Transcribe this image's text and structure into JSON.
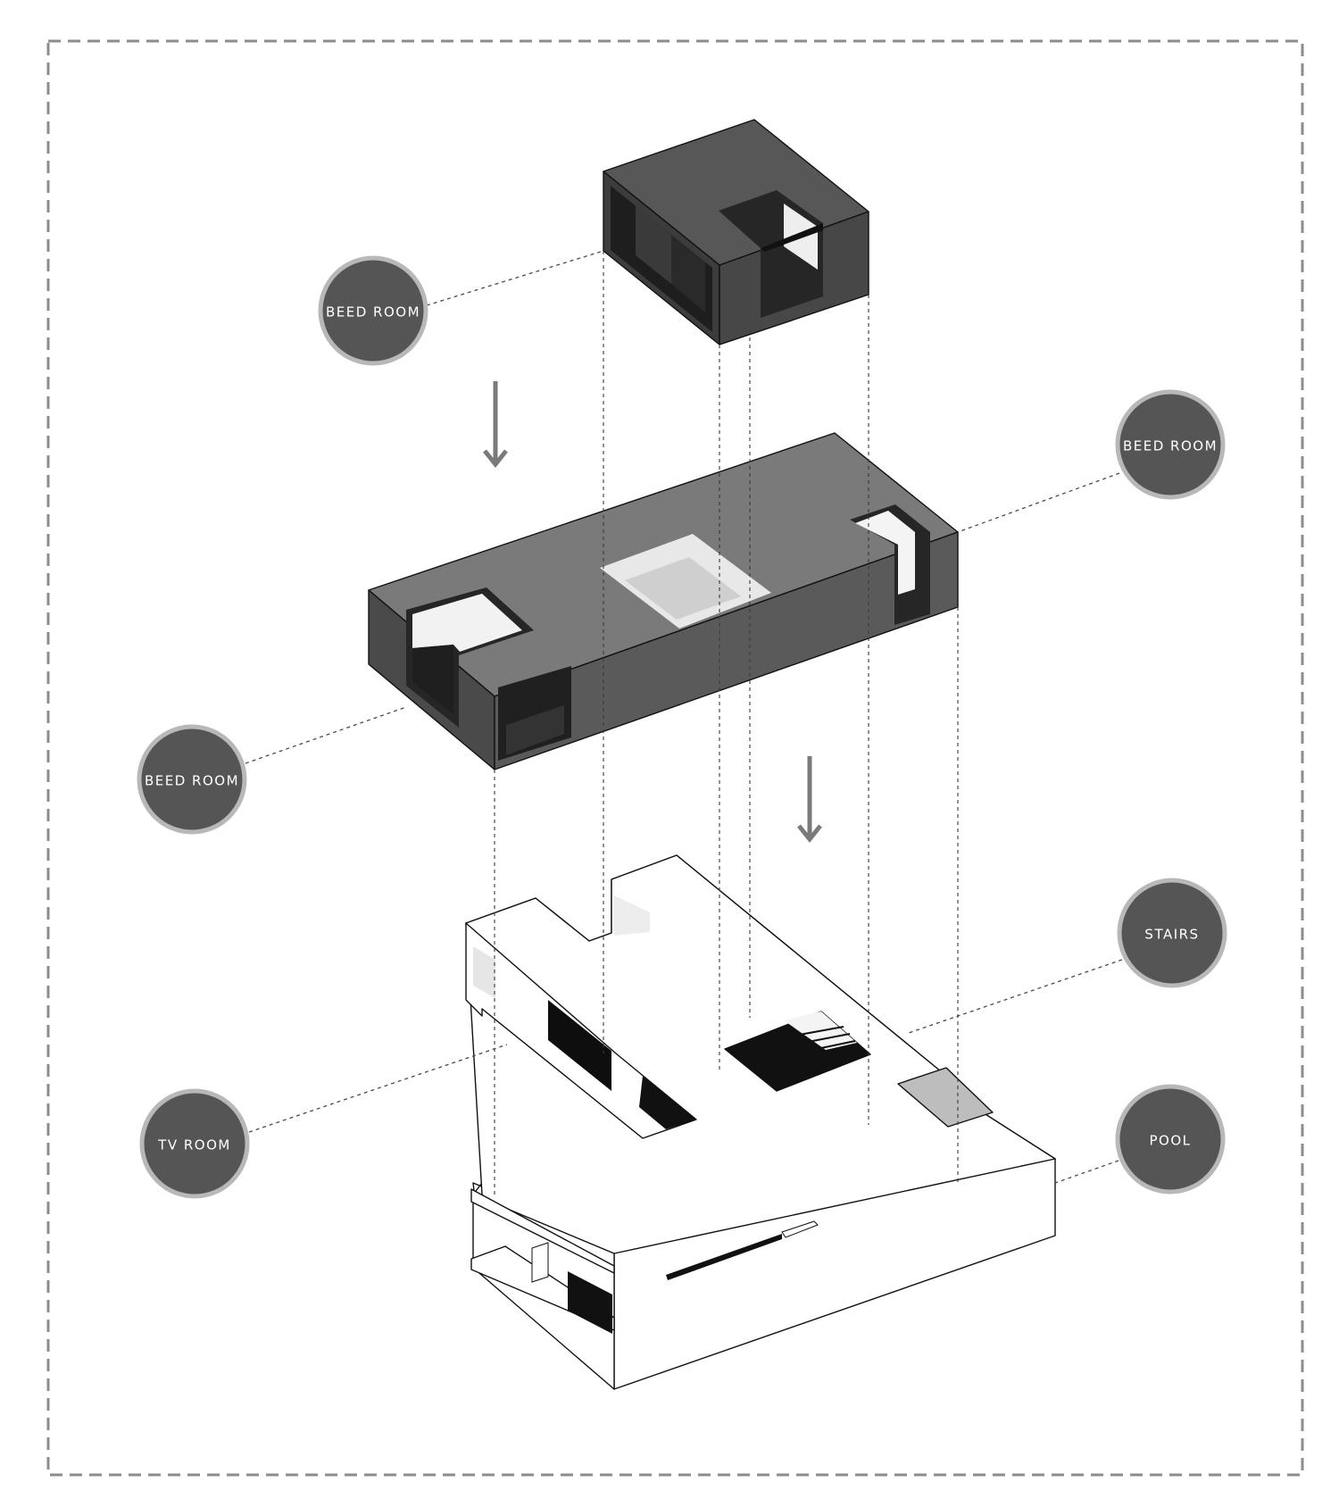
{
  "labels": {
    "top_bedroom": "BEED ROOM",
    "mid_right_bedroom": "BEED ROOM",
    "mid_left_bedroom": "BEED ROOM",
    "stairs": "STAIRS",
    "tv_room": "TV ROOM",
    "pool": "POOL"
  },
  "colors": {
    "dark_volume_top": "#575757",
    "dark_volume_side": "#3c3c3c",
    "dark_volume_inner": "#262626",
    "light_volume": "#ffffff",
    "badge_fill": "#555555",
    "badge_ring": "#b8b8b8",
    "frame_dash": "#8c8c8c",
    "arrow": "#7a7a7a"
  },
  "icons": {
    "arrow_1": "down-arrow-icon",
    "arrow_2": "down-arrow-icon"
  }
}
